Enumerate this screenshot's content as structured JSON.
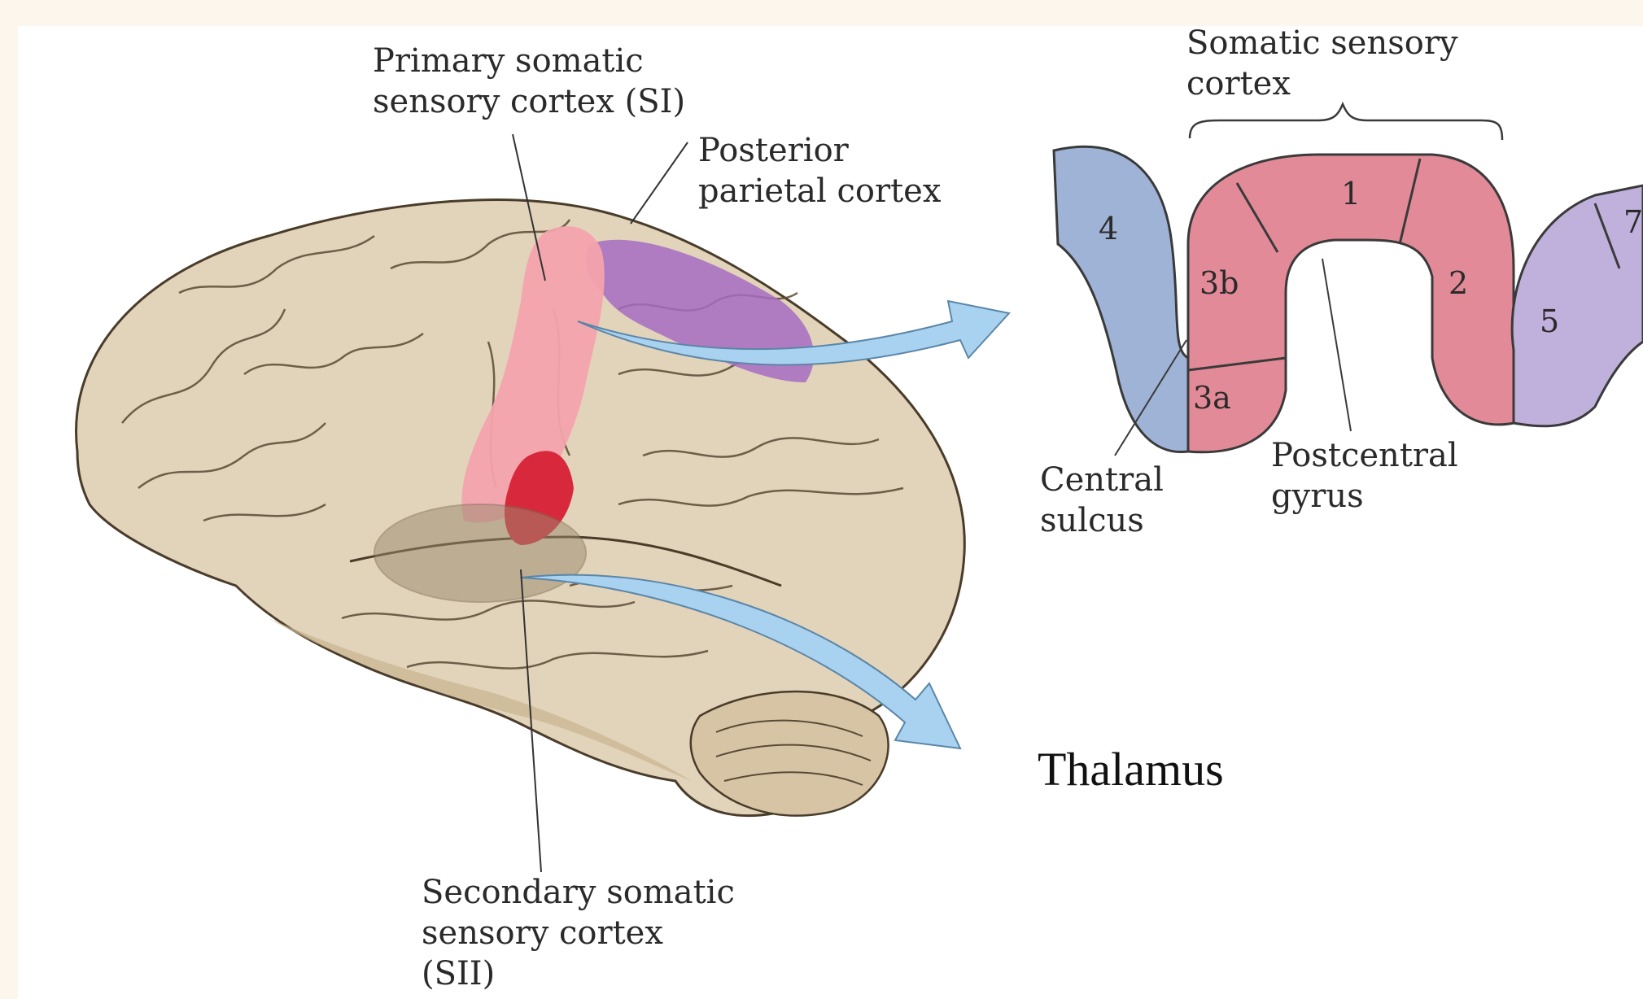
{
  "labels": {
    "primary_line1": "Primary somatic",
    "primary_line2": "sensory cortex (SI)",
    "posterior_line1": "Posterior",
    "posterior_line2": "parietal cortex",
    "somatic_line1": "Somatic sensory",
    "somatic_line2": "cortex",
    "central_line1": "Central",
    "central_line2": "sulcus",
    "postcentral_line1": "Postcentral",
    "postcentral_line2": "gyrus",
    "secondary_line1": "Secondary somatic",
    "secondary_line2": "sensory cortex",
    "secondary_line3": "(SII)",
    "thalamus": "Thalamus"
  },
  "areas": {
    "a4": "4",
    "a3b": "3b",
    "a1": "1",
    "a2": "2",
    "a3a": "3a",
    "a5": "5",
    "a7": "7"
  },
  "colors": {
    "brain_fill": "#e2d4ba",
    "brain_shadow": "#c9b48f",
    "si_pink": "#f4a3ad",
    "si_red": "#d8293c",
    "ppc_purple": "#a66cc2",
    "sii_overlay": "#9a8a6e",
    "arrow_blue": "#a9d2f0",
    "area4_blue": "#9fb3d6",
    "gyrus_pink": "#e38a98",
    "parietal_lilac": "#c0b1dc"
  }
}
